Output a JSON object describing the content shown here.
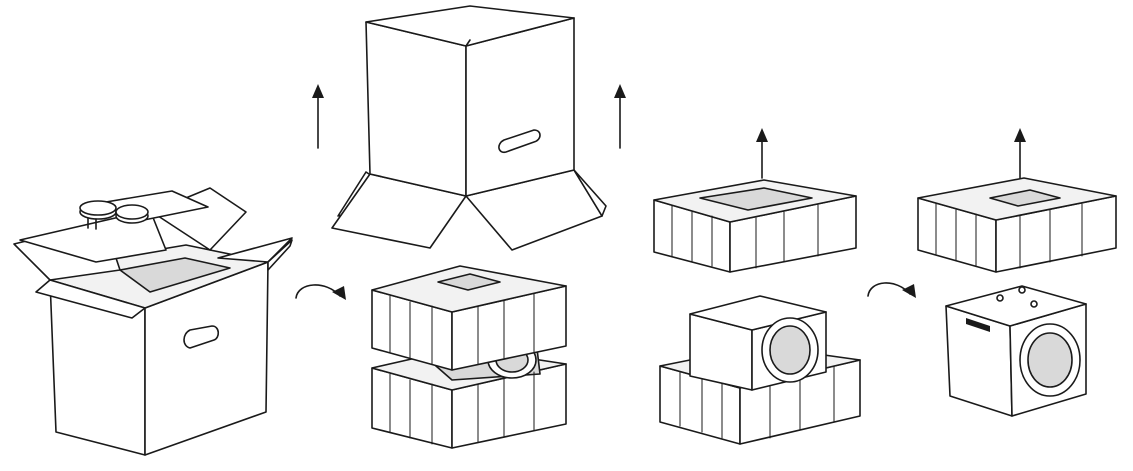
{
  "diagram": {
    "kind": "unboxing-instructions",
    "steps": [
      {
        "name": "open-box-with-accessories"
      },
      {
        "name": "invert-and-lift-box"
      },
      {
        "name": "remove-top-foam"
      },
      {
        "name": "rotate-and-remove-foam"
      }
    ],
    "icons": {
      "lift": "arrow-up-icon",
      "rotate": "rotate-clockwise-icon"
    },
    "colors": {
      "line": "#1a1a1a",
      "fill": "#ffffff",
      "shade": "#d9d9d9",
      "light": "#f2f2f2"
    }
  }
}
